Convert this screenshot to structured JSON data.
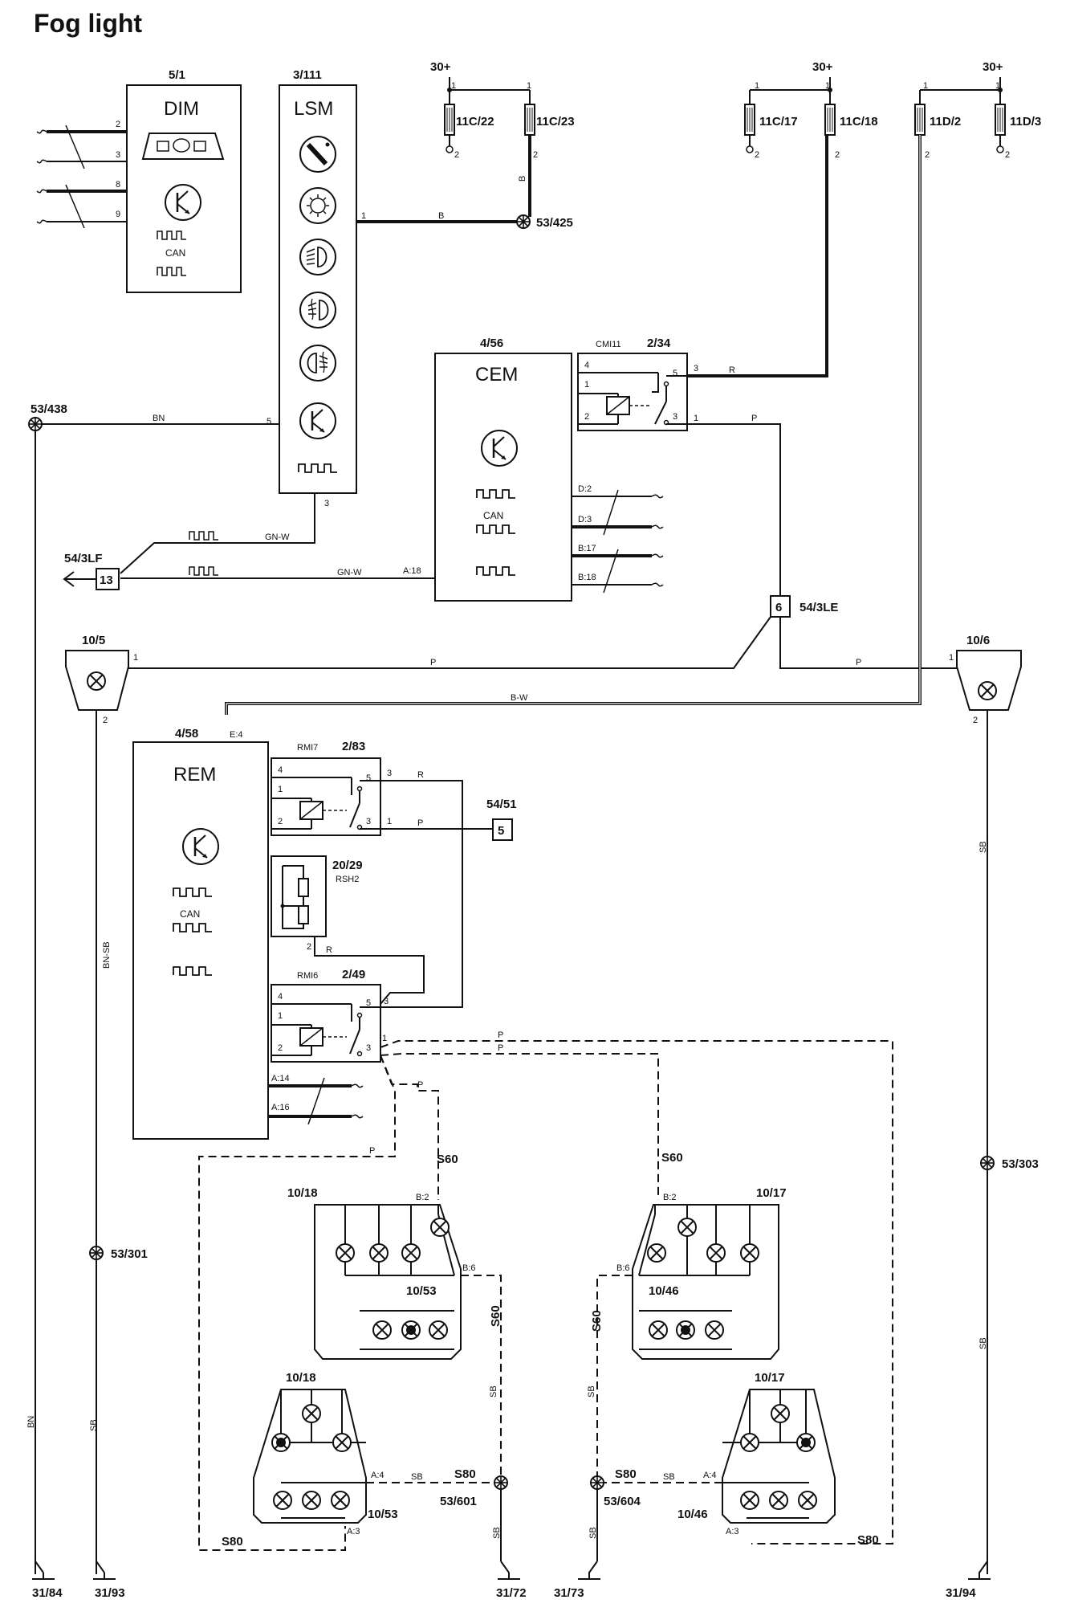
{
  "title": "Fog light",
  "modules": {
    "dim": {
      "ref": "5/1",
      "name": "DIM",
      "pins": [
        "2",
        "3",
        "8",
        "9"
      ],
      "can": "CAN"
    },
    "lsm": {
      "ref": "3/111",
      "name": "LSM",
      "pin_out": "1",
      "pin_bn": "5",
      "pin_gnw": "3"
    },
    "cem": {
      "ref": "4/56",
      "name": "CEM",
      "can": "CAN",
      "pin_a18": "A:18",
      "pins_right": [
        "D:2",
        "D:3",
        "B:17",
        "B:18"
      ]
    },
    "rem": {
      "ref": "4/58",
      "name": "REM",
      "can": "CAN",
      "pin_e4": "E:4",
      "pins_bottom": [
        "A:14",
        "A:16"
      ]
    }
  },
  "relays": {
    "cmi11": {
      "name": "CMI11",
      "ref": "2/34",
      "pins": [
        "4",
        "1",
        "2",
        "5",
        "3",
        "3",
        "1"
      ]
    },
    "rmi7": {
      "name": "RMI7",
      "ref": "2/83",
      "pins": [
        "4",
        "1",
        "2",
        "5",
        "3",
        "3",
        "1"
      ]
    },
    "rmi6": {
      "name": "RMI6",
      "ref": "2/49",
      "pins": [
        "4",
        "1",
        "2",
        "5",
        "3",
        "3",
        "1"
      ]
    },
    "rsh2": {
      "name": "RSH2",
      "ref": "20/29",
      "pin": "2"
    }
  },
  "fuses": [
    {
      "ref": "11C/22",
      "top": "1",
      "bottom": "2"
    },
    {
      "ref": "11C/23",
      "top": "1",
      "bottom": "2"
    },
    {
      "ref": "11C/17",
      "top": "1",
      "bottom": "2"
    },
    {
      "ref": "11C/18",
      "top": "1",
      "bottom": "2"
    },
    {
      "ref": "11D/2",
      "top": "1",
      "bottom": "2"
    },
    {
      "ref": "11D/3",
      "top": "1",
      "bottom": "2"
    }
  ],
  "supply": "30+",
  "splices": [
    "53/425",
    "53/438",
    "53/301",
    "53/303",
    "53/601",
    "53/604"
  ],
  "connectors": {
    "c13": {
      "ref": "54/3LF",
      "pin": "13"
    },
    "c6": {
      "ref": "54/3LE",
      "pin": "6"
    },
    "c5": {
      "ref": "54/51",
      "pin": "5"
    }
  },
  "lamps": {
    "left_fog": {
      "ref": "10/5",
      "pin1": "1",
      "pin2": "2"
    },
    "right_fog": {
      "ref": "10/6",
      "pin1": "1",
      "pin2": "2"
    }
  },
  "rear_lamps": {
    "l60": {
      "ref": "10/18",
      "sub": "10/53",
      "pin_b2": "B:2",
      "pin_b6": "B:6"
    },
    "r60": {
      "ref": "10/17",
      "sub": "10/46",
      "pin_b2": "B:2",
      "pin_b6": "B:6"
    },
    "l80": {
      "ref": "10/18",
      "sub": "10/53",
      "pin_a4": "A:4",
      "pin_a3": "A:3"
    },
    "r80": {
      "ref": "10/17",
      "sub": "10/46",
      "pin_a4": "A:4",
      "pin_a3": "A:3"
    }
  },
  "variants": {
    "s60": "S60",
    "s80": "S80"
  },
  "wire_colors": {
    "b": "B",
    "bn": "BN",
    "gnw": "GN-W",
    "r": "R",
    "p": "P",
    "bw": "B-W",
    "sb": "SB",
    "bnsb": "BN-SB"
  },
  "grounds": [
    "31/84",
    "31/93",
    "31/72",
    "31/73",
    "31/94"
  ],
  "colors": {
    "line": "#111111",
    "background": "#ffffff"
  }
}
